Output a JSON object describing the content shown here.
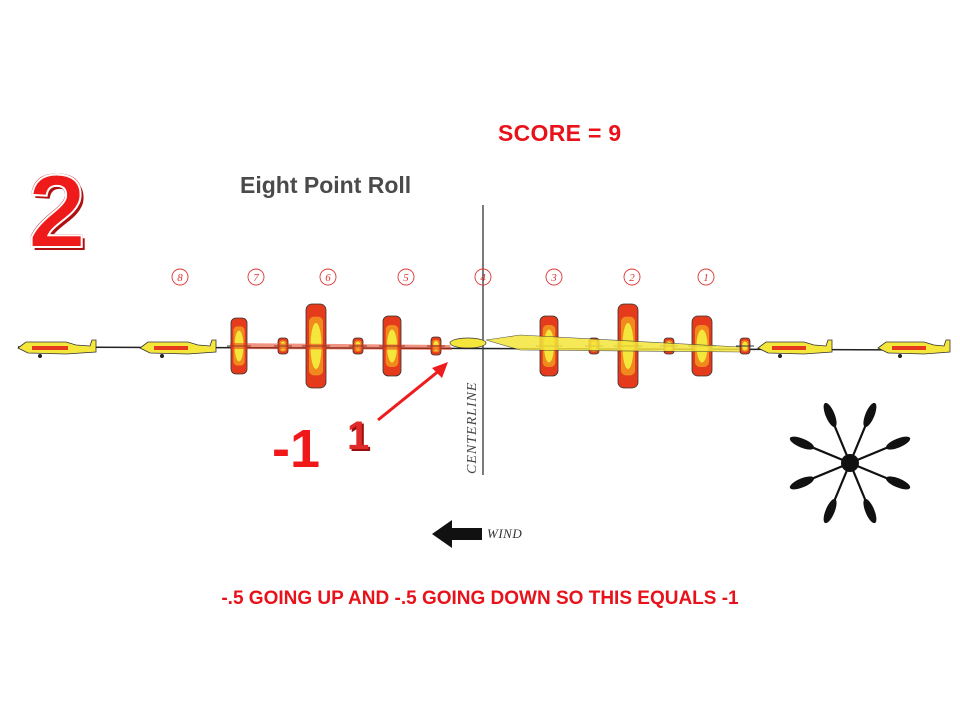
{
  "score_label": "SCORE = 9",
  "figure_number": "2",
  "maneuver_title": "Eight Point Roll",
  "penalty_value": "-1",
  "segment_number": "1",
  "centerline_label": "CENTERLINE",
  "wind_label": "WIND",
  "caption": "-.5 GOING UP AND -.5 GOING DOWN SO THIS EQUALS -1",
  "roll_points": [
    "8",
    "7",
    "6",
    "5",
    "4",
    "3",
    "2",
    "1"
  ],
  "colors": {
    "annotation_red": "#e8121a",
    "plane_yellow": "#f5e63c",
    "plane_red": "#e63a1c",
    "plane_orange": "#f08a1e"
  }
}
